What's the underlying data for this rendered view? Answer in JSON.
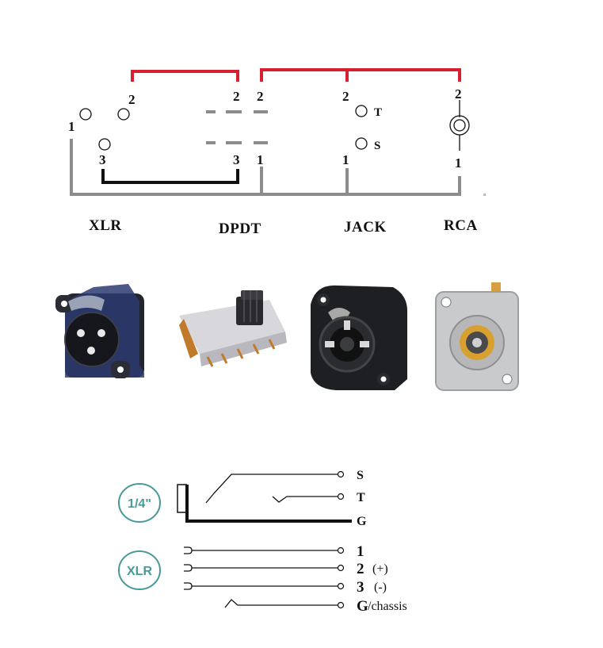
{
  "wiring": {
    "xlr": {
      "label": "XLR",
      "pin1": "1",
      "pin2": "2",
      "pin3": "3"
    },
    "dpdt": {
      "label": "DPDT",
      "left_top": "2",
      "left_bottom": "3",
      "right_top": "2",
      "right_bottom": "1"
    },
    "jack": {
      "label": "JACK",
      "pin_top": "2",
      "pin_bottom": "1",
      "tip": "T",
      "sleeve": "S"
    },
    "rca": {
      "label": "RCA",
      "pin_top": "2",
      "pin_bottom": "1"
    }
  },
  "legend": {
    "quarter_badge": "1/4\"",
    "xlr_badge": "XLR",
    "jack_s": "S",
    "jack_t": "T",
    "jack_g": "G",
    "xlr_1": "1",
    "xlr_2": "2",
    "xlr_2_note": "(+)",
    "xlr_3": "3",
    "xlr_3_note": "(-)",
    "xlr_g": "G",
    "xlr_g_note": "/chassis"
  },
  "colors": {
    "hot_wire": "#d42030",
    "ground_wire": "#8c8c8c",
    "link_wire": "#111111"
  }
}
